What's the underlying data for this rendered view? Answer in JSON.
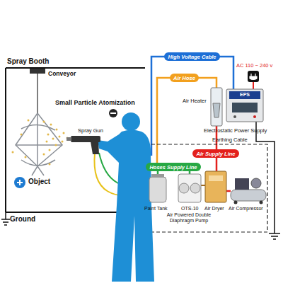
{
  "diagram": {
    "nodes": [
      {
        "text": [
          "High Voltage Cable"
        ]
      },
      {
        "text": [
          "Air Hose"
        ]
      },
      {
        "text": [
          "Air Supply Line"
        ]
      },
      {
        "text": [
          "Hoses Supply Line"
        ]
      }
    ],
    "labels": [
      "Spray Booth",
      "Conveyor",
      "Small Particle Atomization",
      "Spray Gun",
      "Object",
      "Ground",
      "AC 110 ~ 240 v",
      "Air Heater",
      "Electrostatic Power Supply",
      "Earthing Cable",
      "Paint Tank",
      "OTS-10",
      "Air Powered Double Diaphragm Pump",
      "Air Dryer",
      "Air Compressor",
      "EPS"
    ]
  }
}
